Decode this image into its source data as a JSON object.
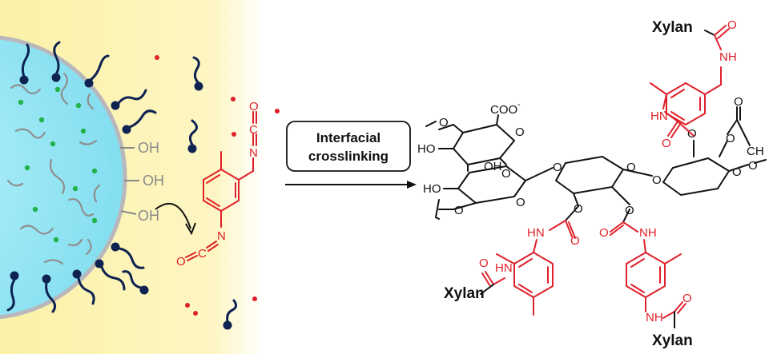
{
  "process": {
    "step_label_line1": "Interfacial",
    "step_label_line2": "crosslinking"
  },
  "droplet": {
    "hydroxyl_labels": [
      "OH",
      "OH",
      "OH"
    ]
  },
  "crosslinker": {
    "atom_labels": {
      "n_top": "N",
      "c_top": "C",
      "o_top": "O",
      "n_bottom": "N",
      "c_bottom": "C",
      "o_bottom": "O"
    }
  },
  "structure": {
    "xylan_labels": [
      "Xylan",
      "Xylan",
      "Xylan"
    ],
    "carboxylate": "COO",
    "charge": "-",
    "ho_labels": [
      "HO",
      "HO",
      "OH"
    ],
    "ring_o": "O",
    "nh_labels": [
      "NH",
      "HN",
      "NH",
      "HN",
      "NH"
    ],
    "o_label": "O",
    "methyl_label": "CH"
  },
  "colors": {
    "continuous_phase": "#fbf1a6",
    "droplet_core": "#8fe6f4",
    "droplet_rim": "#b8b8bc",
    "surfactant": "#0e2352",
    "payload_dot": "#22b24c",
    "free_dot": "#e0202a",
    "crosslinker": "#e0202a"
  }
}
